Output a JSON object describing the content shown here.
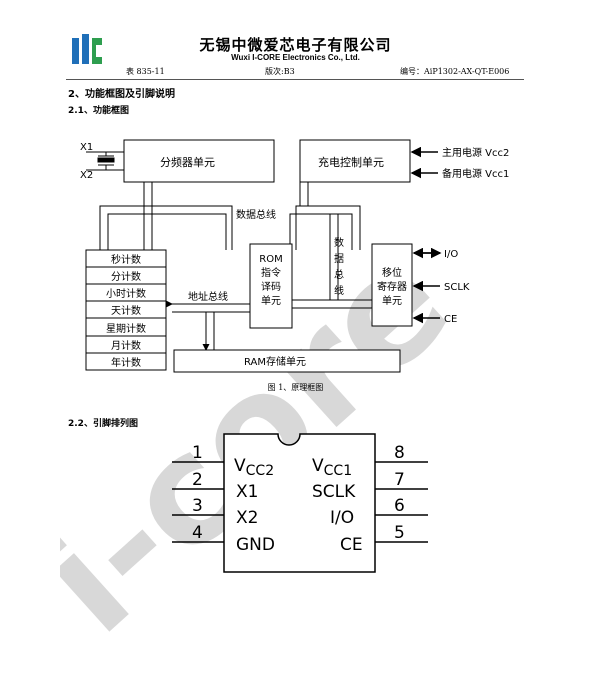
{
  "header": {
    "company_cn": "无锡中微爱芯电子有限公司",
    "company_en": "Wuxi I-CORE Electronics Co., Ltd.",
    "form_no": "表 835-11",
    "version": "版次:B3",
    "doc_no": "编号：AiP1302-AX-QT-E006"
  },
  "sections": {
    "s2": "2、功能框图及引脚说明",
    "s21": "2.1、功能框图",
    "s22": "2.2、引脚排列图"
  },
  "block_diagram": {
    "divider": "分频器单元",
    "charge": "充电控制单元",
    "main_power": "主用电源 Vcc2",
    "backup_power": "备用电源 Vcc1",
    "x1": "X1",
    "x2": "X2",
    "data_bus": "数据总线",
    "data_bus_v": [
      "数",
      "据",
      "总",
      "线"
    ],
    "rom": [
      "ROM",
      "指令",
      "译码",
      "单元"
    ],
    "shift": [
      "移位",
      "寄存器",
      "单元"
    ],
    "io": "I/O",
    "sclk": "SCLK",
    "ce": "CE",
    "addr_bus": "地址总线",
    "ram": "RAM存储单元",
    "counters": [
      "秒计数",
      "分计数",
      "小时计数",
      "天计数",
      "星期计数",
      "月计数",
      "年计数"
    ]
  },
  "figure_caption": "图 1、原理框图",
  "pinout": {
    "left": [
      {
        "num": "1",
        "name": "V",
        "sub": "CC2"
      },
      {
        "num": "2",
        "name": "X1",
        "sub": ""
      },
      {
        "num": "3",
        "name": "X2",
        "sub": ""
      },
      {
        "num": "4",
        "name": "GND",
        "sub": ""
      }
    ],
    "right": [
      {
        "num": "8",
        "name": "V",
        "sub": "CC1"
      },
      {
        "num": "7",
        "name": "SCLK",
        "sub": ""
      },
      {
        "num": "6",
        "name": "I/O",
        "sub": ""
      },
      {
        "num": "5",
        "name": "CE",
        "sub": ""
      }
    ]
  },
  "watermark": "i-core",
  "colors": {
    "logo_blue": "#1f6fb8",
    "logo_green": "#2e9e4f",
    "watermark": "#d8d8d8"
  }
}
